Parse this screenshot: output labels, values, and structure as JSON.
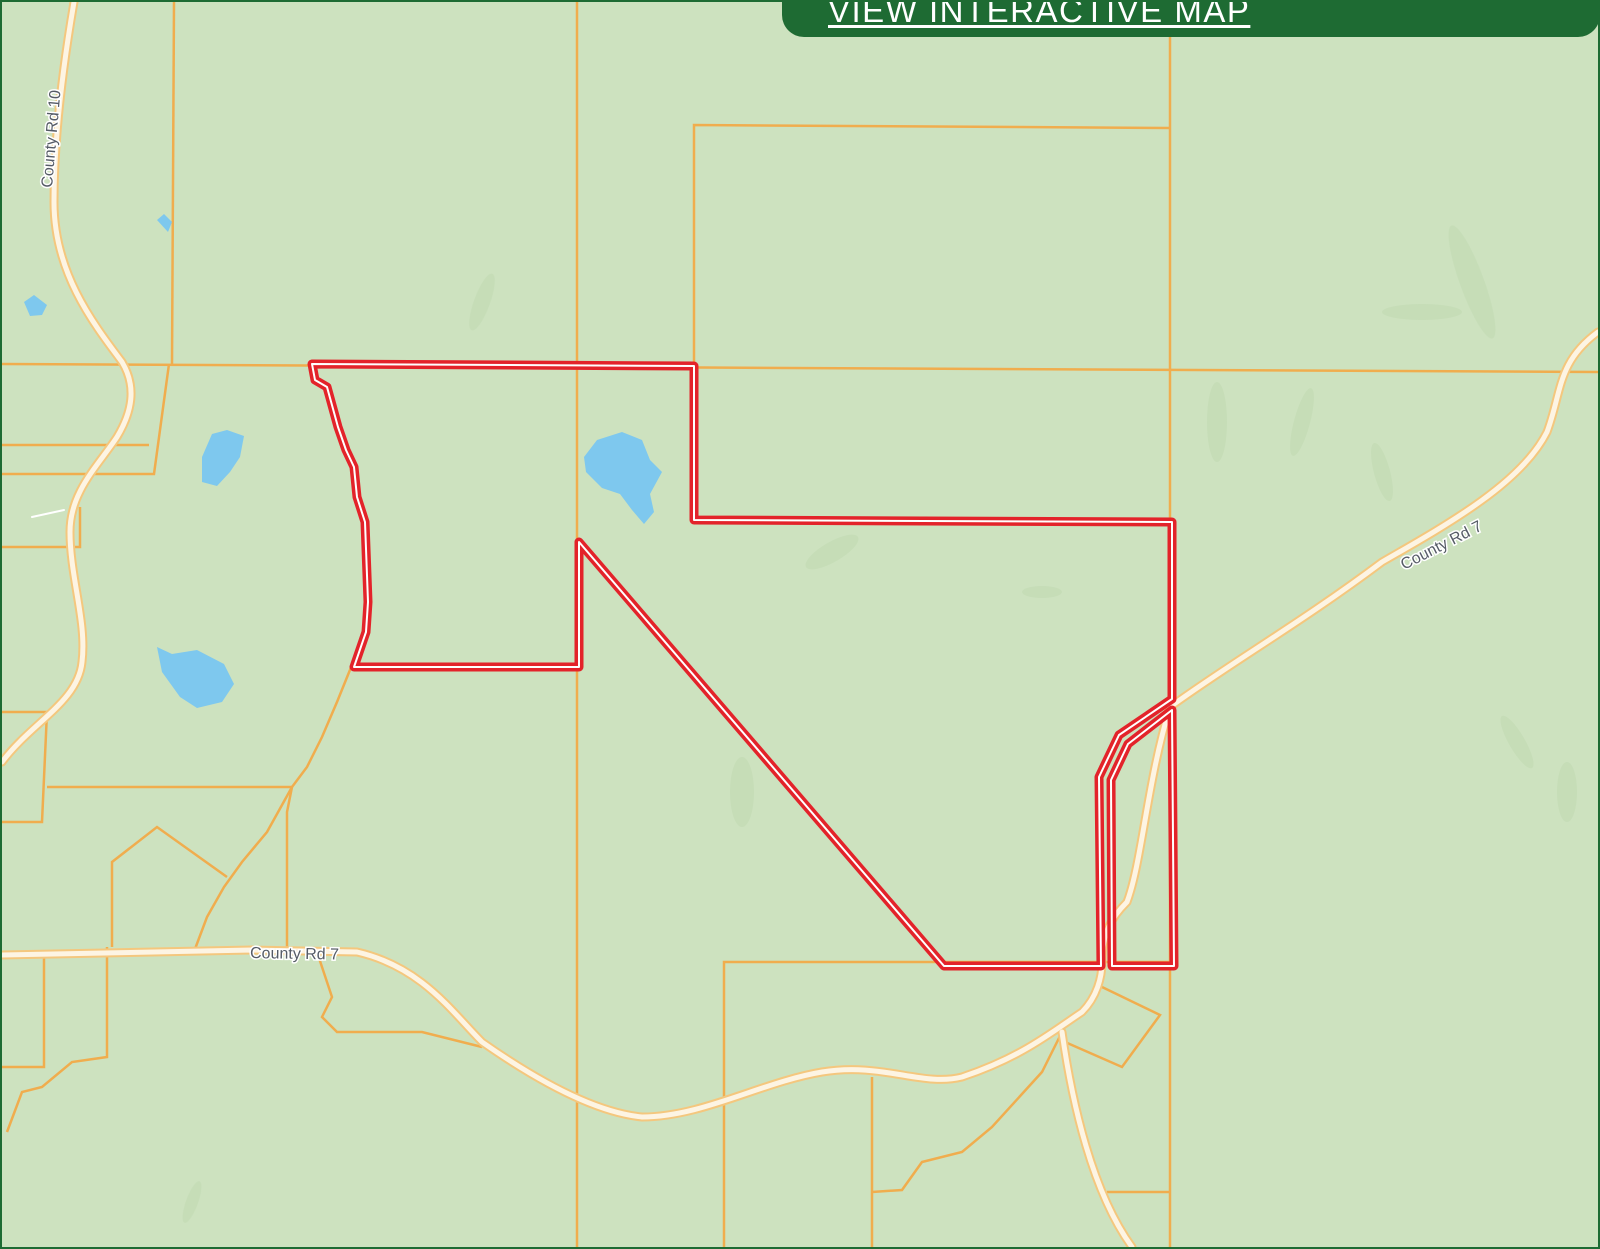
{
  "banner": {
    "link_label": "VIEW INTERACTIVE MAP"
  },
  "map": {
    "road_labels": {
      "county_rd_10": "County Rd 10",
      "county_rd_7_west": "County Rd 7",
      "county_rd_7_east": "County Rd 7"
    },
    "colors": {
      "land": "#cde2bf",
      "parcel_line": "#f0ad4e",
      "road": "#fdf4e3",
      "road_casing": "#f4c77e",
      "water": "#7ec8ee",
      "property_boundary": "#e3232a",
      "banner": "#1e6b33"
    }
  }
}
